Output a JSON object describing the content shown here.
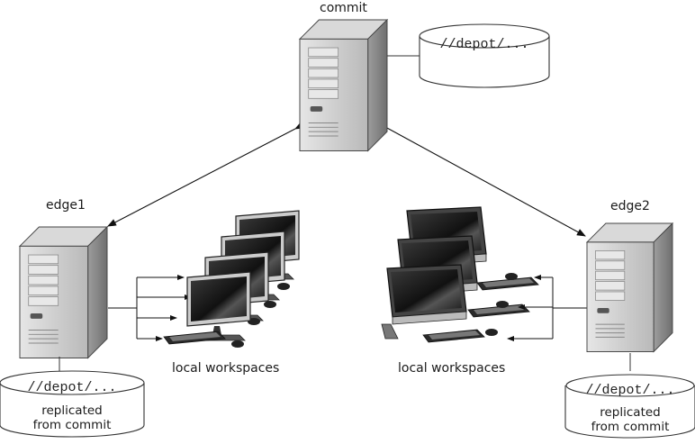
{
  "servers": {
    "commit": {
      "label": "commit",
      "depot": "//depot/..."
    },
    "edge1": {
      "label": "edge1",
      "depot": "//depot/...",
      "note_line1": "replicated",
      "note_line2": "from commit"
    },
    "edge2": {
      "label": "edge2",
      "depot": "//depot/...",
      "note_line1": "replicated",
      "note_line2": "from commit"
    }
  },
  "workspaces": {
    "left": {
      "label": "local workspaces"
    },
    "right": {
      "label": "local workspaces"
    }
  },
  "icons": [
    "server-tower-icon",
    "database-cylinder-icon",
    "monitor-icon",
    "keyboard-icon",
    "mouse-icon"
  ],
  "colors": {
    "line": "#222222",
    "server_body": "#c8c8c8",
    "screen": "#1a1a1a"
  }
}
